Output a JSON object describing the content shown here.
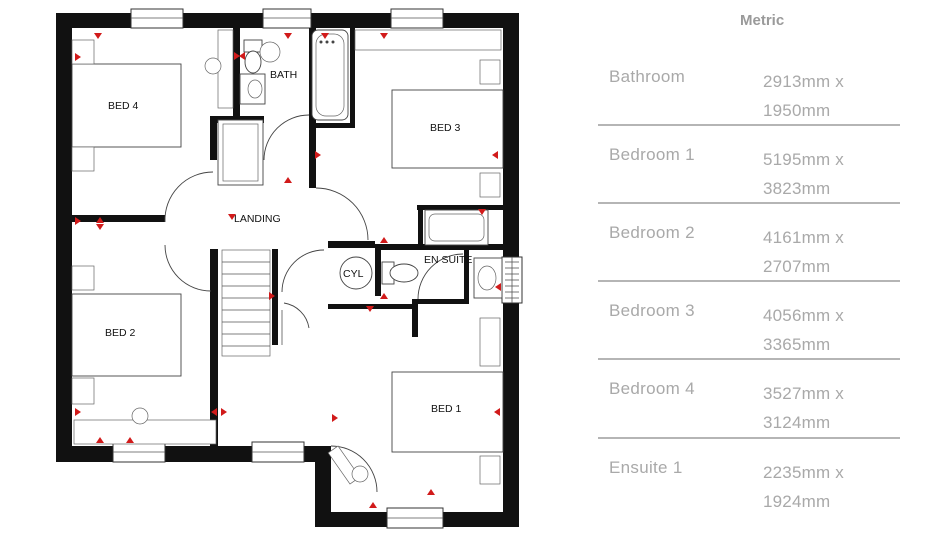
{
  "plan": {
    "labels": {
      "bed4": "BED 4",
      "bath": "BATH",
      "bed3": "BED 3",
      "landing": "LANDING",
      "cyl": "CYL",
      "ensuite": "EN SUITE",
      "bed2": "BED 2",
      "bed1": "BED 1"
    }
  },
  "schedule": {
    "header": "Metric",
    "rows": [
      {
        "name": "Bathroom",
        "dim1": "2913mm x",
        "dim2": "1950mm"
      },
      {
        "name": "Bedroom 1",
        "dim1": "5195mm x",
        "dim2": "3823mm"
      },
      {
        "name": "Bedroom 2",
        "dim1": "4161mm x",
        "dim2": "2707mm"
      },
      {
        "name": "Bedroom 3",
        "dim1": "4056mm x",
        "dim2": "3365mm"
      },
      {
        "name": "Bedroom 4",
        "dim1": "3527mm x",
        "dim2": "3124mm"
      },
      {
        "name": "Ensuite 1",
        "dim1": "2235mm x",
        "dim2": "1924mm"
      }
    ]
  }
}
